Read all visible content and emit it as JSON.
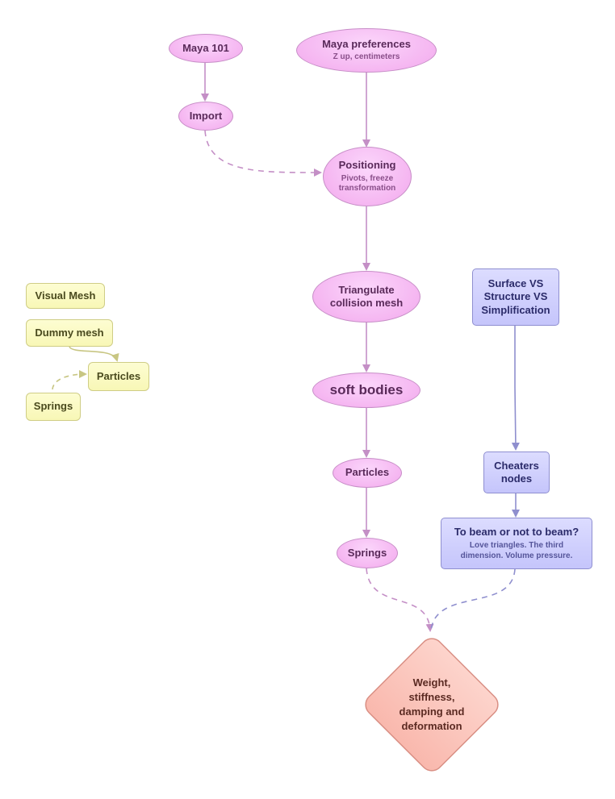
{
  "nodes": {
    "maya101": {
      "title": "Maya 101"
    },
    "maya_prefs": {
      "title": "Maya preferences",
      "subtitle": "Z up, centimeters"
    },
    "import": {
      "title": "Import"
    },
    "positioning": {
      "title": "Positioning",
      "subtitle_line1": "Pivots, freeze",
      "subtitle_line2": "transformation"
    },
    "triangulate": {
      "title_line1": "Triangulate",
      "title_line2": "collision mesh"
    },
    "soft_bodies": {
      "title": "soft bodies"
    },
    "particles": {
      "title": "Particles"
    },
    "springs": {
      "title": "Springs"
    },
    "surface_vs": {
      "line1": "Surface VS",
      "line2": "Structure VS",
      "line3": "Simplification"
    },
    "cheaters": {
      "line1": "Cheaters",
      "line2": "nodes"
    },
    "to_beam": {
      "title": "To beam or not to beam?",
      "subtitle_line1": "Love triangles. The third",
      "subtitle_line2": "dimension. Volume pressure."
    },
    "weight": {
      "line1": "Weight,",
      "line2": "stiffness,",
      "line3": "damping and",
      "line4": "deformation"
    }
  },
  "legend": {
    "visual_mesh": "Visual Mesh",
    "dummy_mesh": "Dummy mesh",
    "particles": "Particles",
    "springs": "Springs"
  },
  "colors": {
    "pink_edge": "#c48fc6",
    "purple_edge": "#8f8fce",
    "yellow_edge": "#c8c683",
    "diamond_fill": "#fbc4ba",
    "diamond_border": "#d98f84"
  }
}
